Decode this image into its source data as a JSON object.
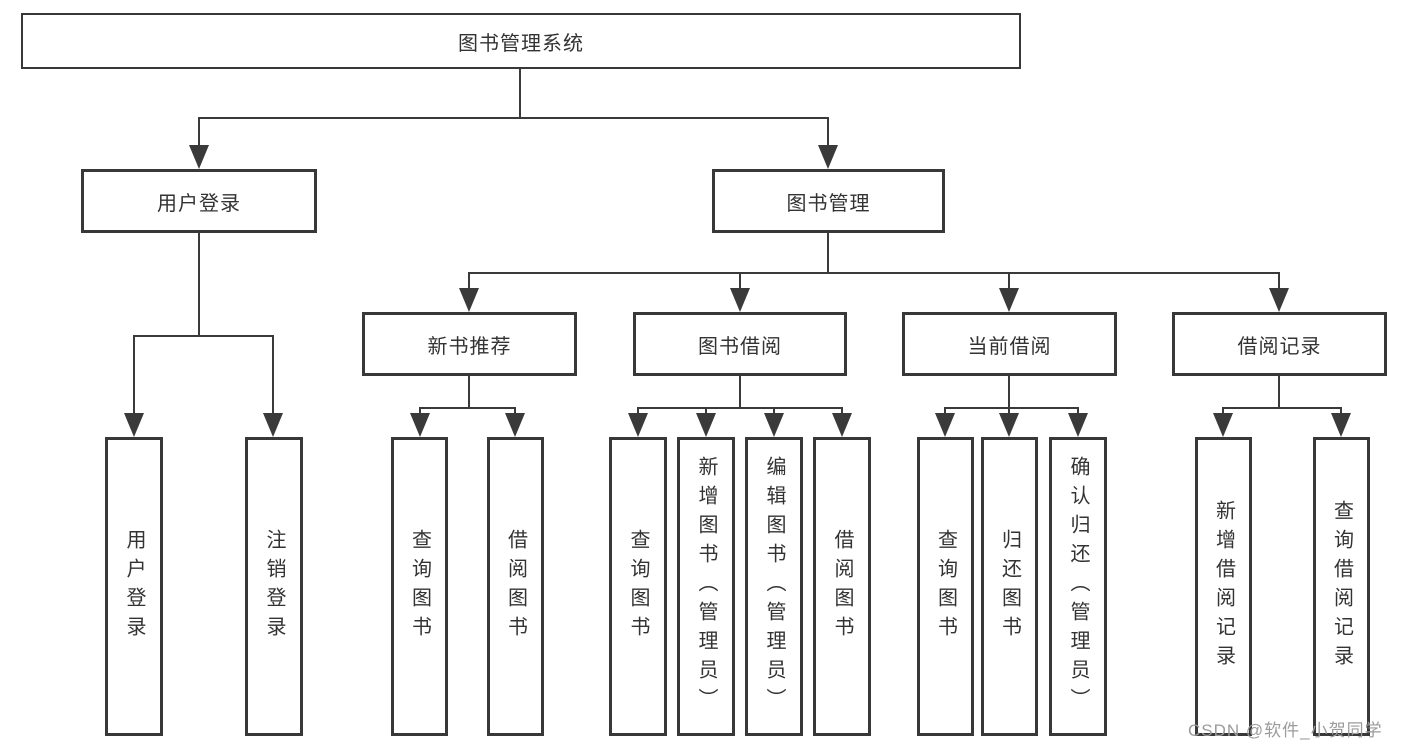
{
  "diagram": {
    "root": "图书管理系统",
    "branches": [
      {
        "label": "用户登录",
        "children": [
          "用户登录",
          "注销登录"
        ]
      },
      {
        "label": "图书管理",
        "groups": [
          {
            "label": "新书推荐",
            "children": [
              "查询图书",
              "借阅图书"
            ]
          },
          {
            "label": "图书借阅",
            "children": [
              "查询图书",
              "新增图书（管理员）",
              "编辑图书（管理员）",
              "借阅图书"
            ]
          },
          {
            "label": "当前借阅",
            "children": [
              "查询图书",
              "归还图书",
              "确认归还（管理员）"
            ]
          },
          {
            "label": "借阅记录",
            "children": [
              "新增借阅记录",
              "查询借阅记录"
            ]
          }
        ]
      }
    ],
    "colors": {
      "line": "#3a3a3a",
      "border": "#383838",
      "text": "#333333",
      "background": "#ffffff",
      "watermark": "#9b9b9b"
    }
  },
  "watermark": "CSDN @软件_小贺同学"
}
